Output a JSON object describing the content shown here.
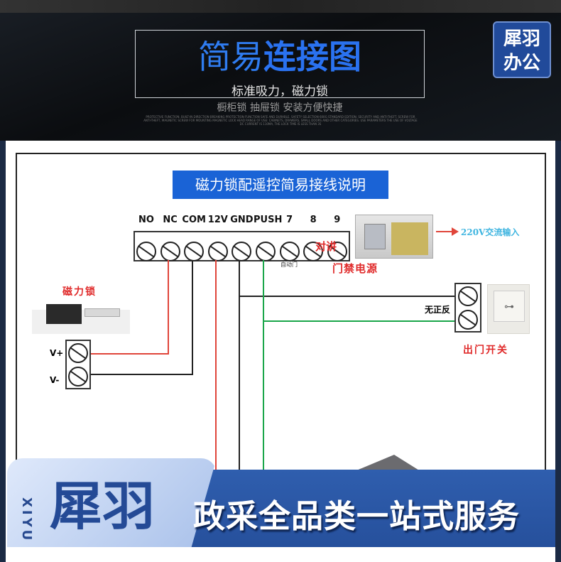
{
  "header": {
    "title_a": "简易",
    "title_b": "连接图",
    "subtitle": "标准吸力，磁力锁",
    "tagline": "橱柜锁  抽屉锁  安装方便快捷",
    "fine_print": "PROTECTIVE FUNCTION. BUILT-IN DIRECTION BREAKING PROTECTION FUNCTION SAFE AND DURABLE. SAFETY SELECTION 600G STANDARD EDITION. SECURITY AND ANTI-THEFT. SCREW FOR ANTI-THEFT, MAGNETIC SCREW FOR MOUNTING MAGNETIC LOCK HEAD RANGE OF USE: CABINETS, DRAWERS, SMALL DOORS AND OTHER CATEGORIES. USE PARAMETERS THE USE OF VOLTAGE DC CURRENT IS 110MA, THE LOCK TIME IS LESS THAN 3S"
  },
  "logo": {
    "line1": "犀羽",
    "line2": "办公"
  },
  "diagram": {
    "label": "磁力锁配遥控简易接线说明",
    "terminals": [
      "NO",
      "NC",
      "COM",
      "12V",
      "GND",
      "PUSH",
      "7",
      "8",
      "9"
    ],
    "intercom": "对讲",
    "auto_door": "自动门",
    "power_supply": "门禁电源",
    "ac_input": "220V交流输入",
    "no_polarity": "无正反",
    "exit_switch": "出门开关",
    "mag_lock": "磁力锁",
    "v_plus": "V+",
    "v_minus": "V-"
  },
  "banner": {
    "brand_en": "XIYU",
    "brand": "犀羽",
    "slogan": "政采全品类一站式服务"
  },
  "colors": {
    "accent": "#2a72f0",
    "banner": "#2a55a0",
    "wire_red": "#e0453a",
    "wire_green": "#1aa64a"
  }
}
